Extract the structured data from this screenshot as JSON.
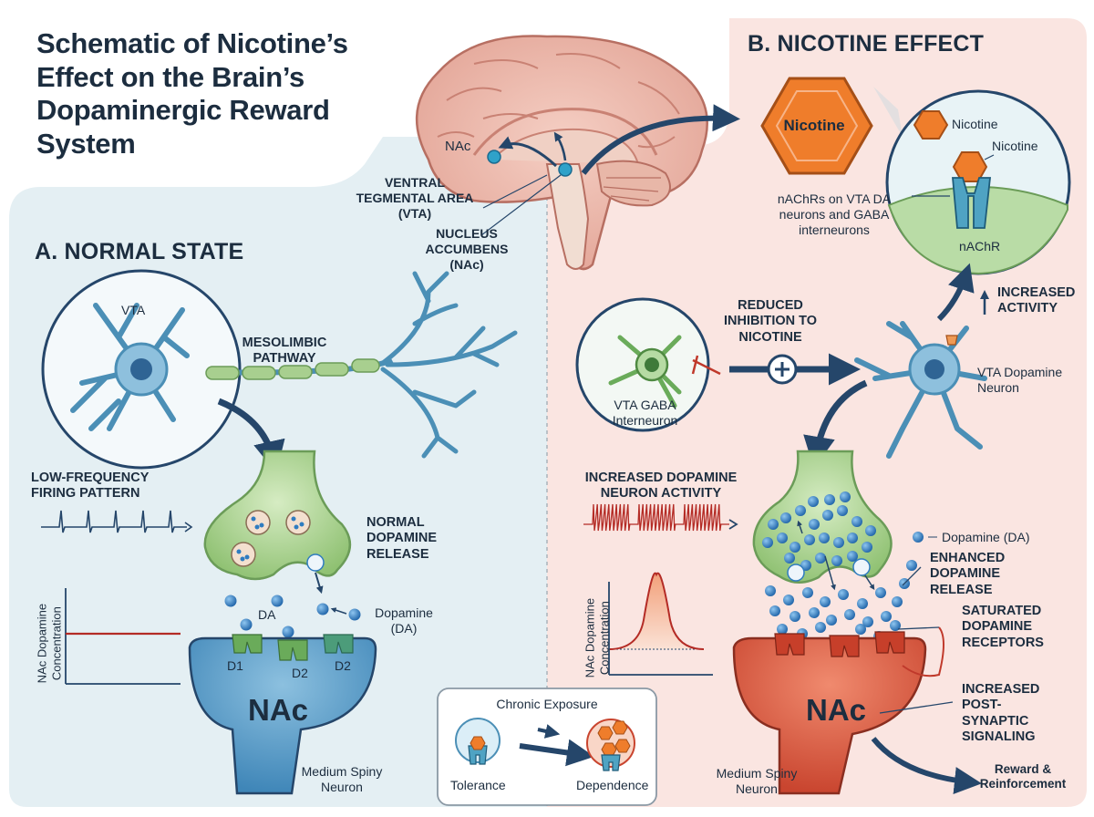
{
  "title": "Schematic of Nicotine’s Effect on the Brain’s Dopaminergic Reward System",
  "sections": {
    "normal": "A. NORMAL STATE",
    "nicotine": "B. NICOTINE EFFECT"
  },
  "brain_labels": {
    "nac": "NAc",
    "vta": "VENTRAL TEGMENTAL AREA (VTA)",
    "nucleus": "NUCLEUS ACCUMBENS (NAc)"
  },
  "normal_state": {
    "vta_cell": "VTA",
    "pathway": "MESOLIMBIC PATHWAY",
    "firing": "LOW-FREQUENCY FIRING PATTERN",
    "release": "NORMAL DOPAMINE RELEASE",
    "da": "DA",
    "dopamine_legend": "Dopamine (DA)",
    "d1": "D1",
    "d2a": "D2",
    "d2b": "D2",
    "nac": "NAc",
    "msn": "Medium Spiny Neuron",
    "graph_ylabel": "NAc Dopamine Concentration",
    "graph_level": 0.5
  },
  "nicotine_effect": {
    "nicotine_big": "Nicotine",
    "nicotine_small1": "Nicotine",
    "nicotine_small2": "Nicotine",
    "nachr_desc": "nAChRs on VTA DA neurons and GABA interneurons",
    "nachr": "nAChR",
    "increased_activity": "INCREASED ACTIVITY",
    "reduced_inhibition": "REDUCED INHIBITION TO NICOTINE",
    "gaba_cell": "VTA GABA Interneuron",
    "vta_da": "VTA Dopamine Neuron",
    "increased_da": "INCREASED DOPAMINE NEURON ACTIVITY",
    "dopamine_legend": "Dopamine (DA)",
    "enhanced": "ENHANCED DOPAMINE RELEASE",
    "saturated": "SATURATED DOPAMINE RECEPTORS",
    "postsynaptic": "INCREASED POST-SYNAPTIC SIGNALING",
    "nac": "NAc",
    "msn": "Medium Spiny Neuron",
    "reward": "Reward & Reinforcement",
    "graph_ylabel": "NAc Dopamine Concentration"
  },
  "chronic": {
    "title": "Chronic Exposure",
    "tolerance": "Tolerance",
    "dependence": "Dependence"
  },
  "colors": {
    "left_bg": "#e3eff2",
    "right_bg": "#fae6e2",
    "neuron_blue": "#5b9fc2",
    "terminal_green": "#a9d08e",
    "dopamine": "#2f7cc0",
    "nicotine_orange": "#ee7d2b",
    "nac_blue": "#4a8fbf",
    "nac_red": "#d9553f",
    "arrow_navy": "#25466a"
  }
}
